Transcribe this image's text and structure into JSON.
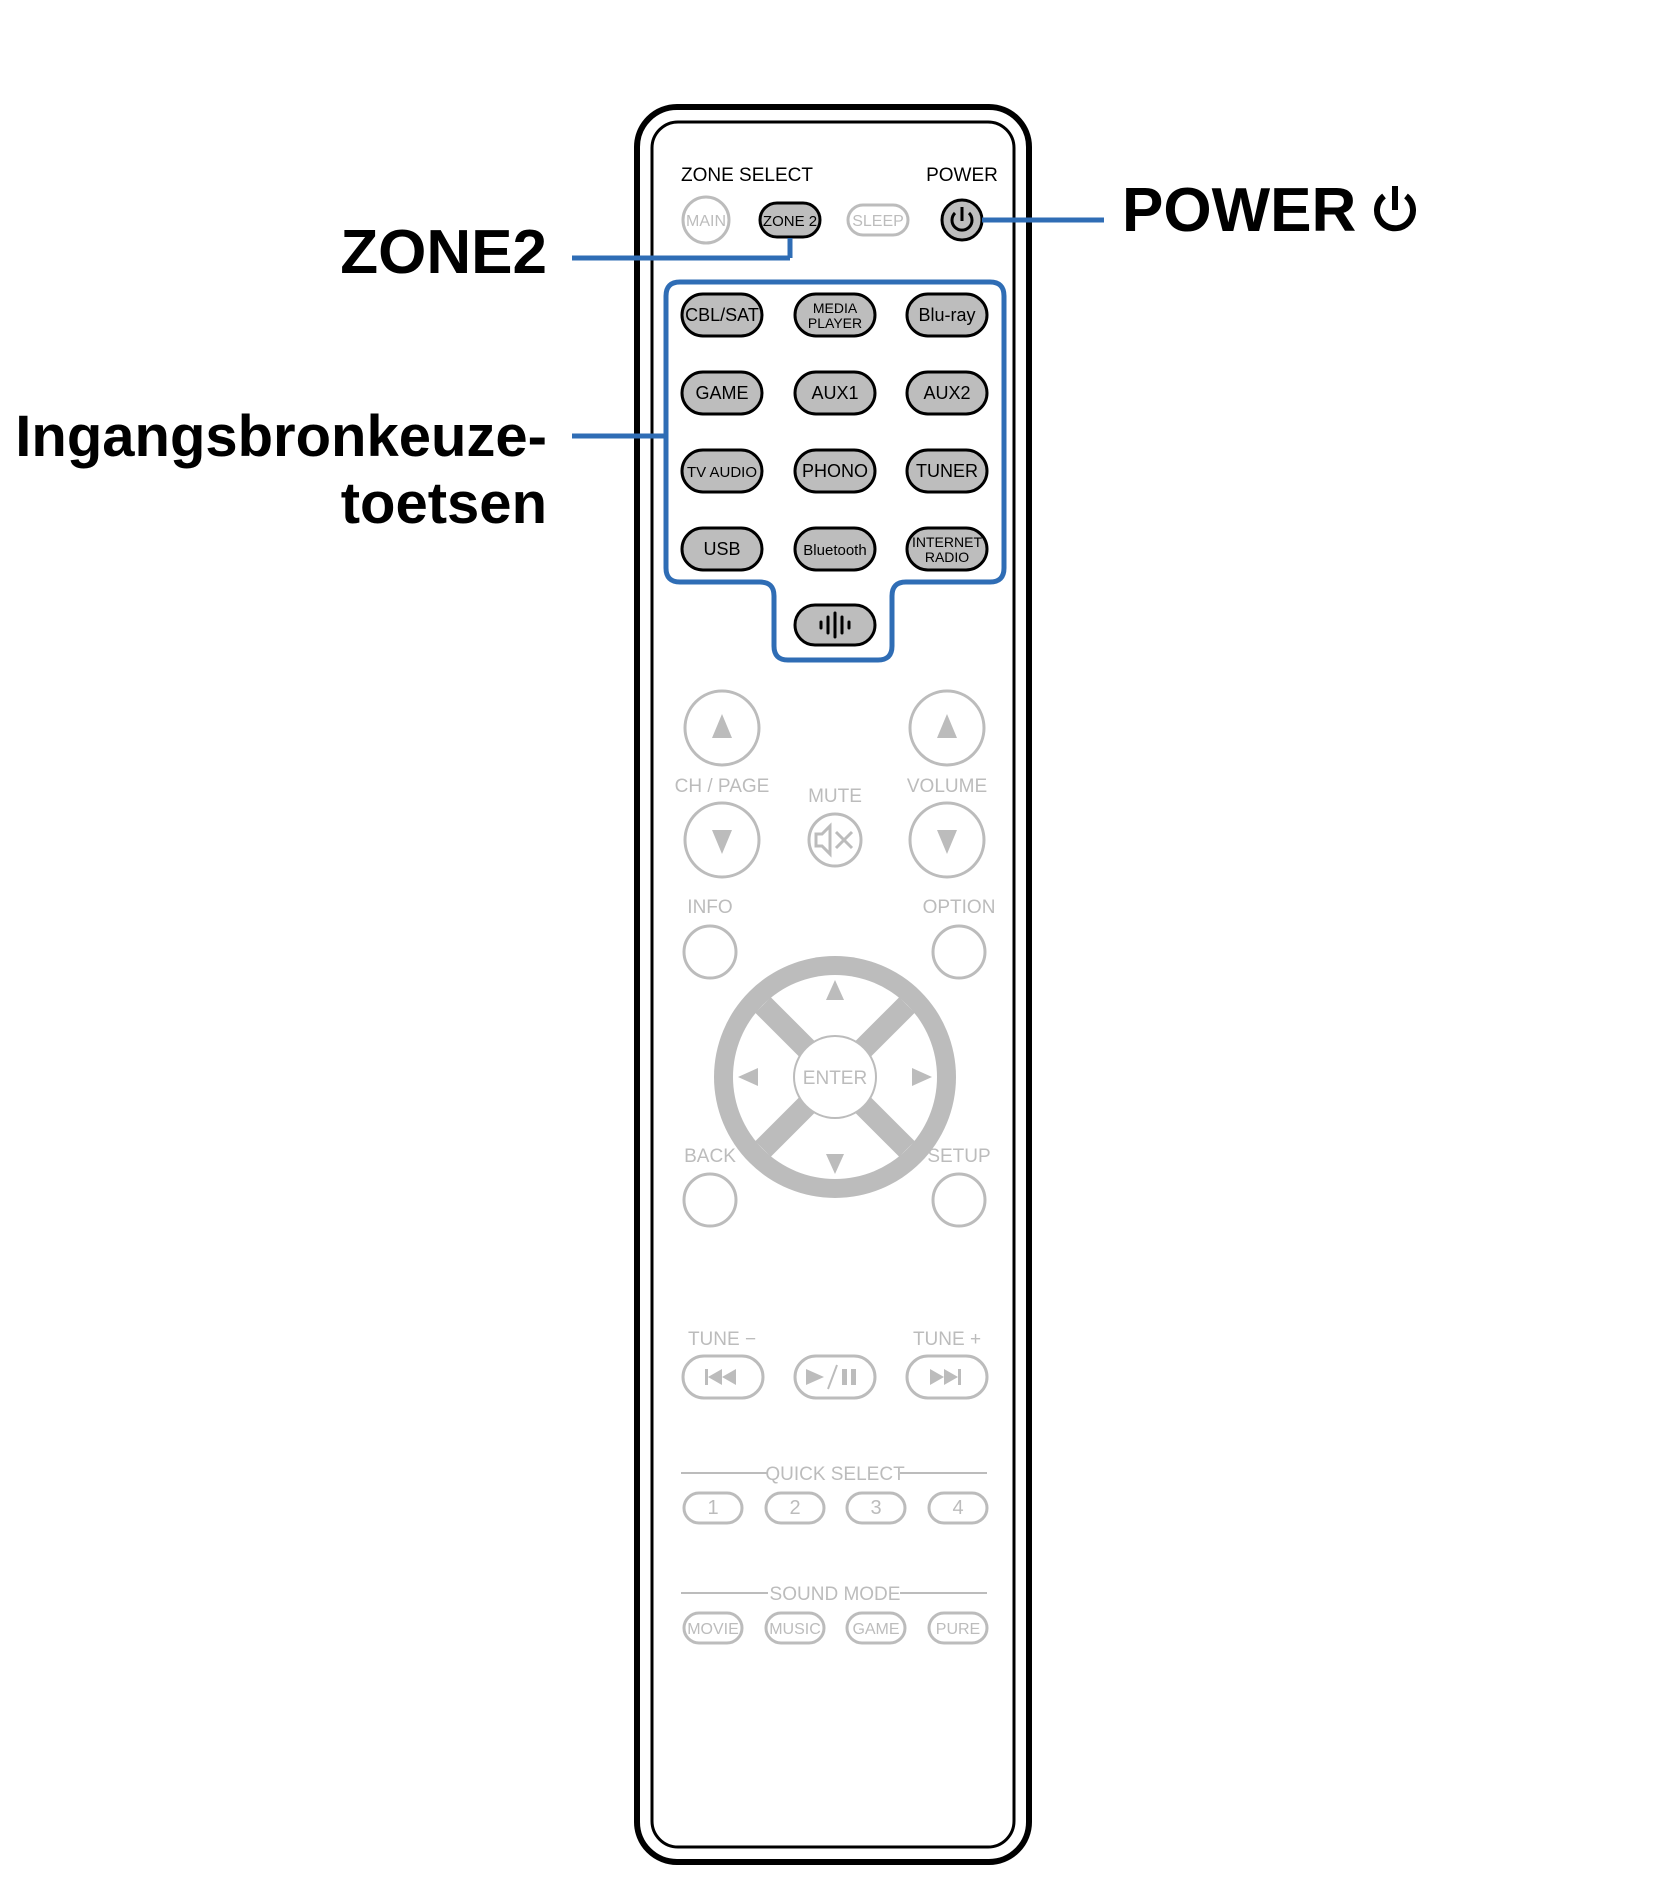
{
  "callouts": {
    "zone2": "ZONE2",
    "input_line1": "Ingangsbronkeuze-",
    "input_line2": "toetsen",
    "power": "POWER",
    "power_icon": "power-icon"
  },
  "remote": {
    "zone_select_label": "ZONE SELECT",
    "power_label": "POWER",
    "zone_buttons": [
      "MAIN",
      "ZONE 2",
      "SLEEP"
    ],
    "source_rows": [
      [
        "CBL/SAT",
        "MEDIA PLAYER",
        "Blu-ray"
      ],
      [
        "GAME",
        "AUX1",
        "AUX2"
      ],
      [
        "TV AUDIO",
        "PHONO",
        "TUNER"
      ],
      [
        "USB",
        "Bluetooth",
        "INTERNET RADIO"
      ]
    ],
    "heos_icon": "heos-icon",
    "ch_page_label": "CH / PAGE",
    "mute_label": "MUTE",
    "volume_label": "VOLUME",
    "info_label": "INFO",
    "option_label": "OPTION",
    "enter_label": "ENTER",
    "back_label": "BACK",
    "setup_label": "SETUP",
    "tune_minus_label": "TUNE −",
    "tune_plus_label": "TUNE +",
    "quick_select_label": "QUICK SELECT",
    "quick_select_buttons": [
      "1",
      "2",
      "3",
      "4"
    ],
    "sound_mode_label": "SOUND MODE",
    "sound_mode_buttons": [
      "MOVIE",
      "MUSIC",
      "GAME",
      "PURE"
    ]
  },
  "colors": {
    "highlight": "#2f6db5",
    "active_fill": "#bdbdbd",
    "inactive": "#bcbcbc",
    "outline": "#000000"
  }
}
